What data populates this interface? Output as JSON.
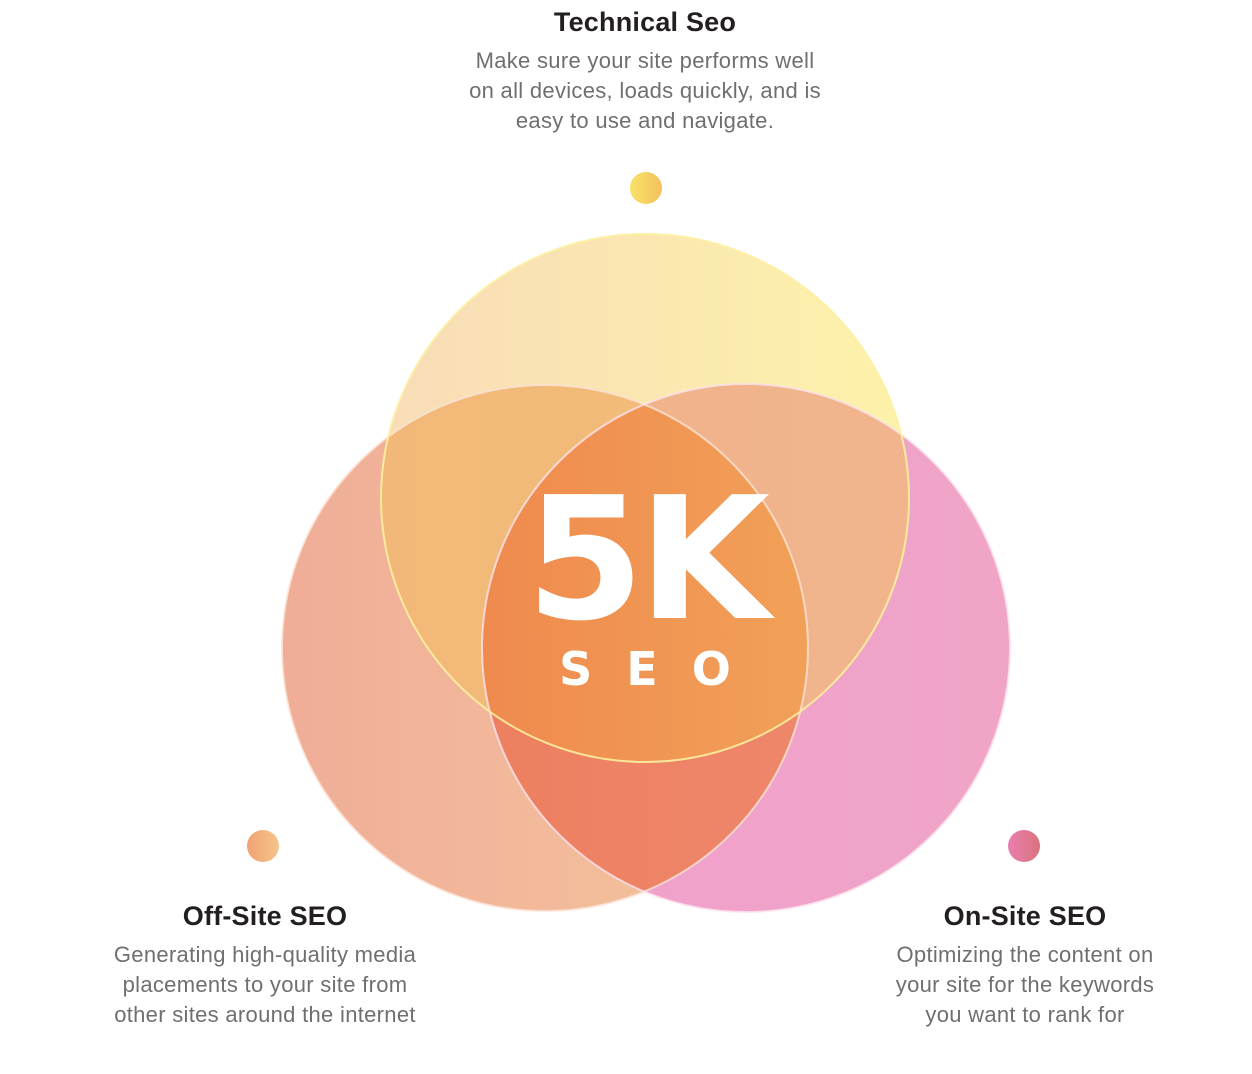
{
  "diagram": {
    "type": "venn",
    "center": {
      "primary": "5K",
      "secondary": "SEO"
    },
    "sets": [
      {
        "id": "technical",
        "title": "Technical Seo",
        "description": "Make sure your site performs well on all devices, loads quickly, and is easy to use and navigate.",
        "description_lines": [
          "Make sure your site performs well",
          "on all devices, loads quickly, and is",
          "easy to use and navigate."
        ],
        "color": "#fbe9a8"
      },
      {
        "id": "off-site",
        "title": "Off-Site SEO",
        "description": "Generating high-quality media placements to your site from other sites around the internet",
        "description_lines": [
          "Generating high-quality media",
          "placements to your site from",
          "other sites around the internet"
        ],
        "color": "#f2b89a"
      },
      {
        "id": "on-site",
        "title": "On-Site SEO",
        "description": "Optimizing the content on your site for the keywords you want to rank for",
        "description_lines": [
          "Optimizing the content on",
          "your site for the keywords",
          "you want to rank for"
        ],
        "color": "#f0a3cb"
      }
    ]
  },
  "colors": {
    "title": "#231f20",
    "description": "#6f6f6f",
    "center_fill": "#f19a55",
    "center_text": "#ffffff"
  }
}
